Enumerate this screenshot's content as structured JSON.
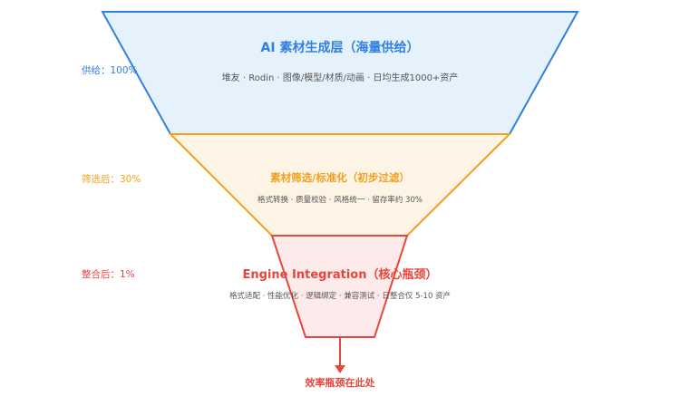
{
  "colors": {
    "blue": "#2f80df",
    "blue_fill": "#e6f2fb",
    "orange": "#f2a01e",
    "orange_fill": "#fdf4e5",
    "red": "#e8453c",
    "red_fill": "#fdeaea"
  },
  "stages": [
    {
      "title": "AI 素材生成层（海量供给）",
      "description": "堆友 · Rodin · 图像/模型/材质/动画 · 日均生成1000+资产",
      "side_label": "供给：100%",
      "retention_percent": 100
    },
    {
      "title": "素材筛选/标准化（初步过滤）",
      "description": "格式转换 · 质量校验 · 风格统一 · 留存率约 30%",
      "side_label": "筛选后：30%",
      "retention_percent": 30
    },
    {
      "title": "Engine Integration（核心瓶颈）",
      "description": "格式适配 · 性能优化 · 逻辑绑定 · 兼容测试 · 日整合仅 5-10 资产",
      "side_label": "整合后：1%",
      "retention_percent": 1
    }
  ],
  "bottom_note": "效率瓶颈在此处"
}
